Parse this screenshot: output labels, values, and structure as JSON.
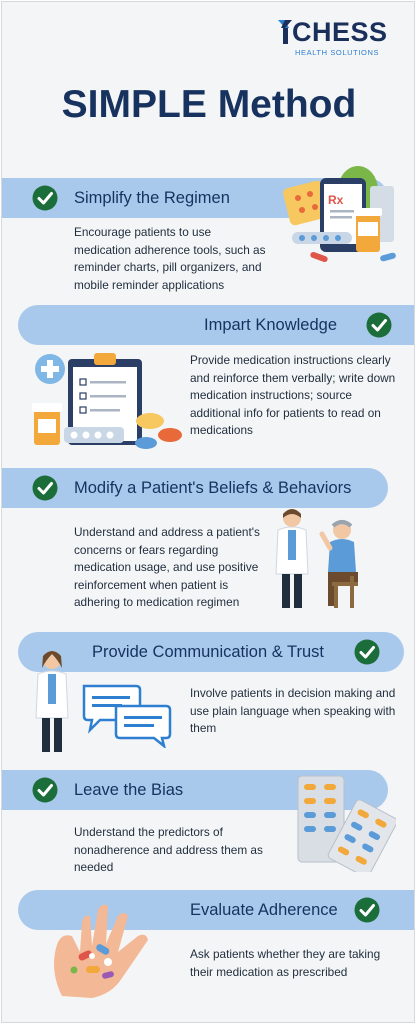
{
  "logo": {
    "name": "CHESS",
    "tagline": "HEALTH SOLUTIONS"
  },
  "title": "SIMPLE Method",
  "colors": {
    "band": "#a8c9ec",
    "navy": "#17325f",
    "check": "#1b6e3a",
    "accent": "#2f7fd1"
  },
  "steps": [
    {
      "heading": "Simplify the Regimen",
      "text": "Encourage patients to use medication adherence tools, such as reminder charts, pill organizers, and mobile reminder applications",
      "icon": "medication-tools-icon"
    },
    {
      "heading": "Impart Knowledge",
      "text": "Provide medication instructions clearly and reinforce them verbally; write down medication instructions; source additional info for patients to read on medications",
      "icon": "clipboard-pills-icon"
    },
    {
      "heading": "Modify a Patient's Beliefs & Behaviors",
      "text": "Understand and address a patient's concerns or fears regarding medication usage, and use positive reinforcement when patient is adhering to medication regimen",
      "icon": "doctor-patient-icon"
    },
    {
      "heading": "Provide Communication & Trust",
      "text": "Involve patients in decision making and use plain language when speaking with them",
      "icon": "chat-bubbles-icon"
    },
    {
      "heading": "Leave the Bias",
      "text": "Understand the predictors of nonadherence and address them as needed",
      "icon": "blister-pack-icon"
    },
    {
      "heading": "Evaluate Adherence",
      "text": "Ask patients whether they are taking their medication as prescribed",
      "icon": "hand-pills-icon"
    }
  ]
}
